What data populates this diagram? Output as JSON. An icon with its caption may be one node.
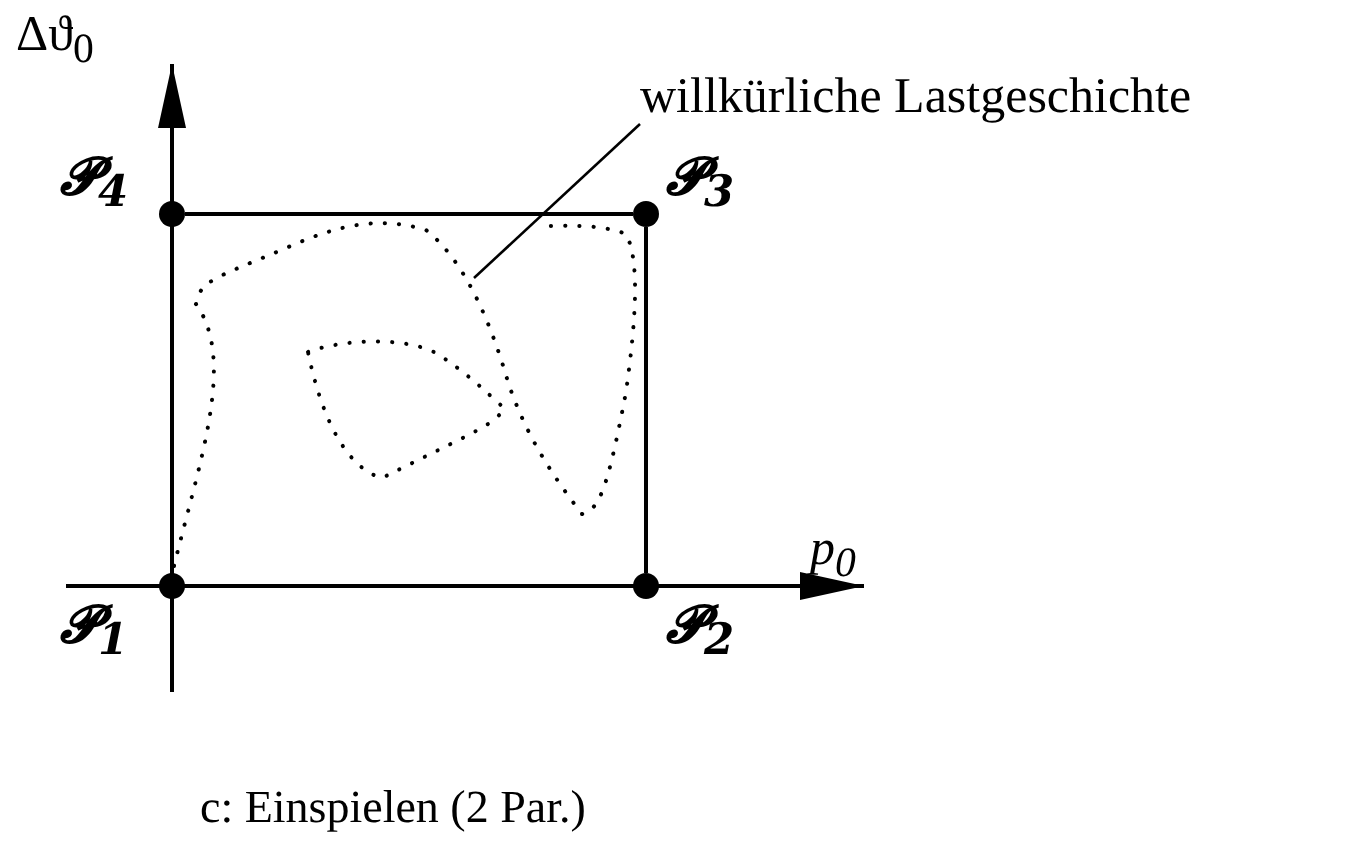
{
  "diagram": {
    "caption": "c: Einspielen (2 Par.)",
    "nodes": [
      {
        "text": [],
        "shape": "circle",
        "beside": [
          "𝓟$_{1}$"
        ]
      },
      {
        "text": [],
        "shape": "circle",
        "beside": [
          "𝓟$_{2}$"
        ]
      },
      {
        "text": [],
        "shape": "circle",
        "beside": [
          "𝓟$_{3}$"
        ]
      },
      {
        "text": [],
        "shape": "circle",
        "beside": [
          "𝓟$_{4}$"
        ]
      },
      {
        "text": [
          "willkürliche Lastgeschichte"
        ]
      },
      {
        "text": [],
        "shape": "picture"
      }
    ],
    "edges": [
      {
        "from": 0,
        "to": 1,
        "arrow": "none"
      },
      {
        "from": 1,
        "to": 2,
        "arrow": "none"
      },
      {
        "from": 2,
        "to": 3,
        "arrow": "none"
      },
      {
        "from": 3,
        "to": 0,
        "arrow": "none"
      },
      {
        "from": 4,
        "to": 5,
        "arrow": "none"
      }
    ],
    "labels": [
      "Δϑ$_{0}$",
      "p$_{0}$"
    ]
  }
}
